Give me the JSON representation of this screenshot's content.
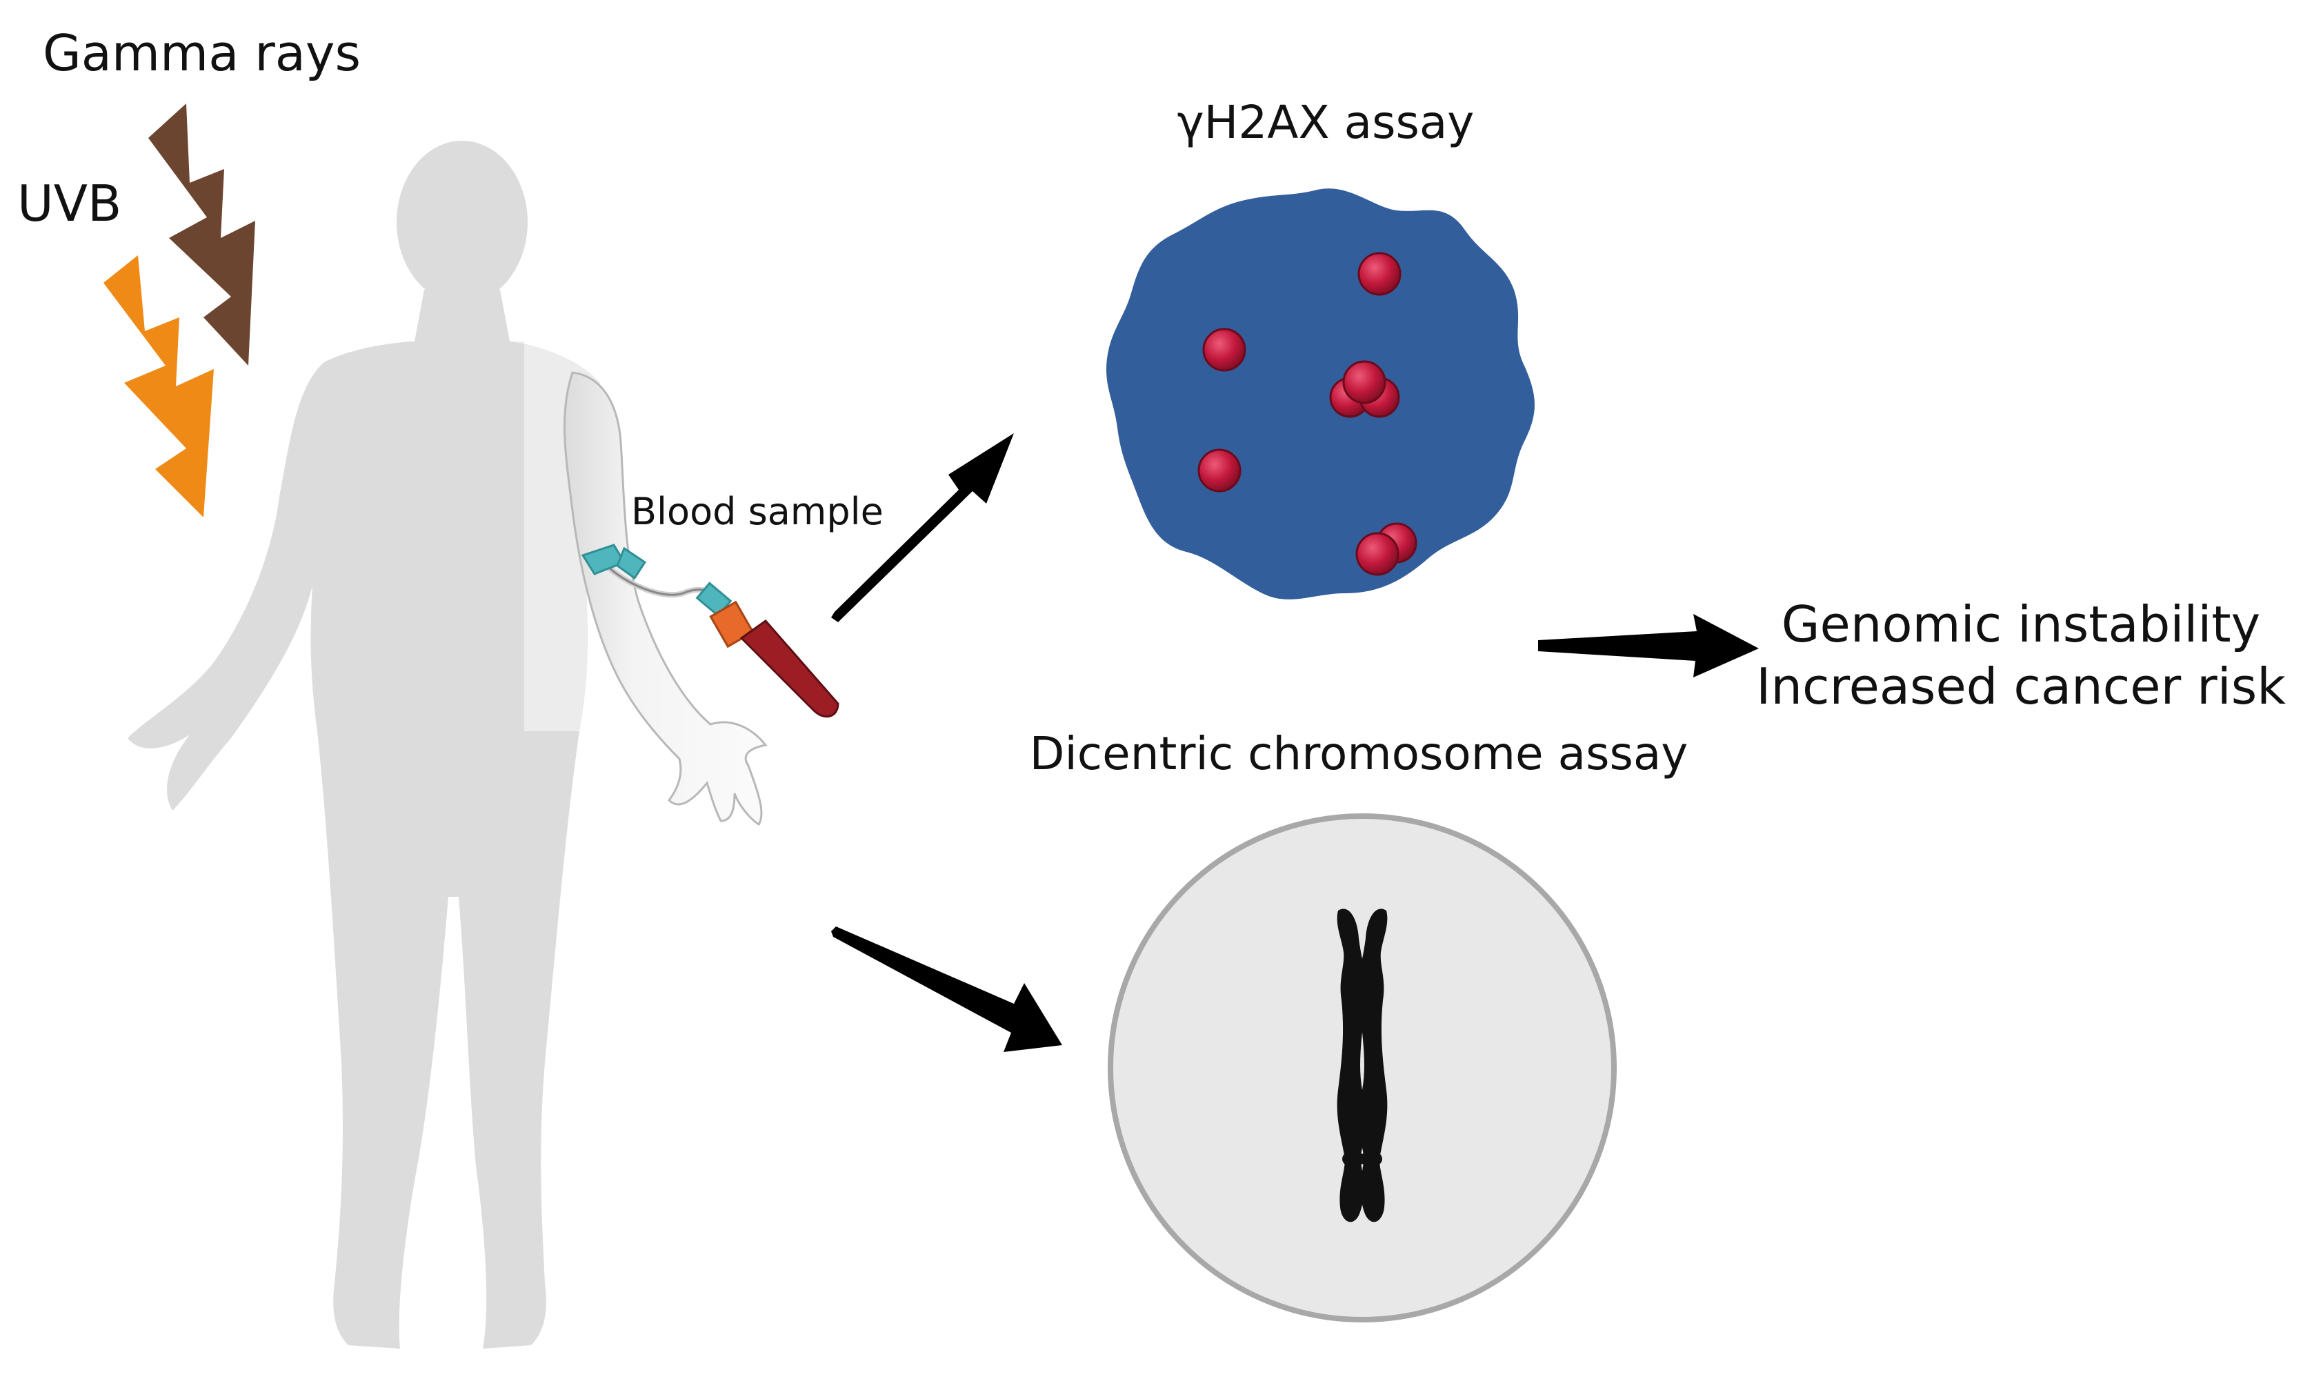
{
  "labels": {
    "gamma": "Gamma rays",
    "uvb": "UVB",
    "blood_sample": "Blood sample",
    "h2ax_assay": "γH2AX assay",
    "dicentric_assay": "Dicentric chromosome assay",
    "outcome_line1": "Genomic instability",
    "outcome_line2": "Increased cancer risk"
  },
  "colors": {
    "gamma_bolt": "#6b4530",
    "uvb_bolt": "#ef8a17",
    "body": "#dcdcdc",
    "nucleus": "#335e9c",
    "foci": "#c2183c",
    "cell": "#e8e8e8",
    "cell_border": "#a8a8a8",
    "chromosome": "#111111",
    "tube_cap": "#e86a2a",
    "blood": "#9c1d24",
    "butterfly_needle": "#4fb6bd",
    "arrow": "#000000"
  }
}
